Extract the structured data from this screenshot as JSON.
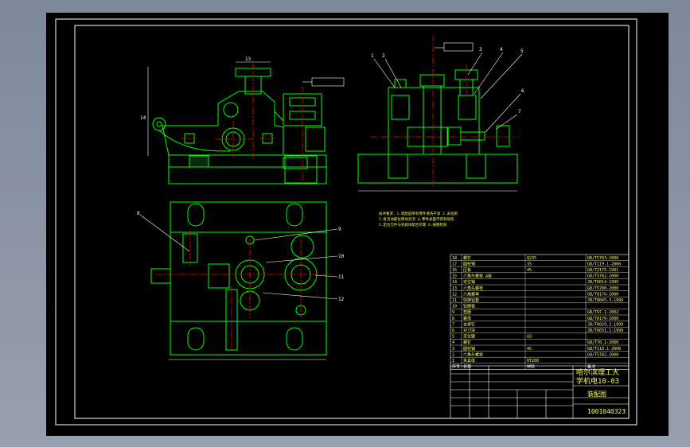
{
  "title_block": {
    "school": "哈尔滨理工大",
    "class_line": "学机电10-03",
    "drawing_name": "装配图",
    "drawing_number": "1001040323",
    "tech_note": [
      "技术要求：1.装配前所有零件清洗干净 2.去毛刺",
      "3.各活动部位转动灵活 4.零件表面不得有划伤",
      "5.定位元件与夹具体配合可靠 6.按图检验"
    ]
  },
  "bom": {
    "rows": [
      {
        "no": "18",
        "name": "螺钉",
        "material": "Q235",
        "std": "GB/T5783-2000"
      },
      {
        "no": "17",
        "name": "圆柱销",
        "material": "35",
        "std": "GB/T119.1-2000"
      },
      {
        "no": "16",
        "name": "压板",
        "material": "45",
        "std": "GB/T2175-1991"
      },
      {
        "no": "15",
        "name": "六角头螺栓 A级",
        "material": "",
        "std": "GB/T5782-2000"
      },
      {
        "no": "14",
        "name": "定位销",
        "material": "",
        "std": "JB/T8014-1999"
      },
      {
        "no": "13",
        "name": "六角头螺栓",
        "material": "",
        "std": "GB/T5780-2000"
      },
      {
        "no": "12",
        "name": "六角螺母",
        "material": "",
        "std": "GB/T6170-2000"
      },
      {
        "no": "11",
        "name": "快换钻套",
        "material": "",
        "std": "JB/T8045.3-1999"
      },
      {
        "no": "10",
        "name": "钻模板",
        "material": "",
        "std": ""
      },
      {
        "no": "9",
        "name": "垫圈",
        "material": "",
        "std": "GB/T97.1-2002"
      },
      {
        "no": "8",
        "name": "螺母",
        "material": "",
        "std": "GB/T6170-2000"
      },
      {
        "no": "7",
        "name": "支承钉",
        "material": "",
        "std": "JB/T8029.2-1999"
      },
      {
        "no": "6",
        "name": "对刀块",
        "material": "",
        "std": "JB/T8031.1-1999"
      },
      {
        "no": "5",
        "name": "定位键",
        "material": "A3",
        "std": ""
      },
      {
        "no": "4",
        "name": "螺钉",
        "material": "",
        "std": "GB/T70.1-2000"
      },
      {
        "no": "3",
        "name": "圆柱销",
        "material": "45",
        "std": "GB/T119.1-2000"
      },
      {
        "no": "2",
        "name": "六角头螺栓",
        "material": "",
        "std": "GB/T5782-2000"
      },
      {
        "no": "1",
        "name": "夹具体",
        "material": "HT200",
        "std": ""
      }
    ],
    "header": {
      "no": "序号",
      "name": "名称",
      "material": "材料",
      "std": "备注"
    }
  },
  "callouts": [
    "1",
    "2",
    "3",
    "4",
    "5",
    "6",
    "7",
    "8",
    "9",
    "10",
    "11",
    "12",
    "13",
    "14"
  ],
  "colors": {
    "background": "#000000",
    "outline": "#00ff00",
    "center": "#ff0000",
    "frame": "#ffffff",
    "table_text": "#ffff66",
    "leader": "#ffffff",
    "dim": "#00ffff"
  }
}
